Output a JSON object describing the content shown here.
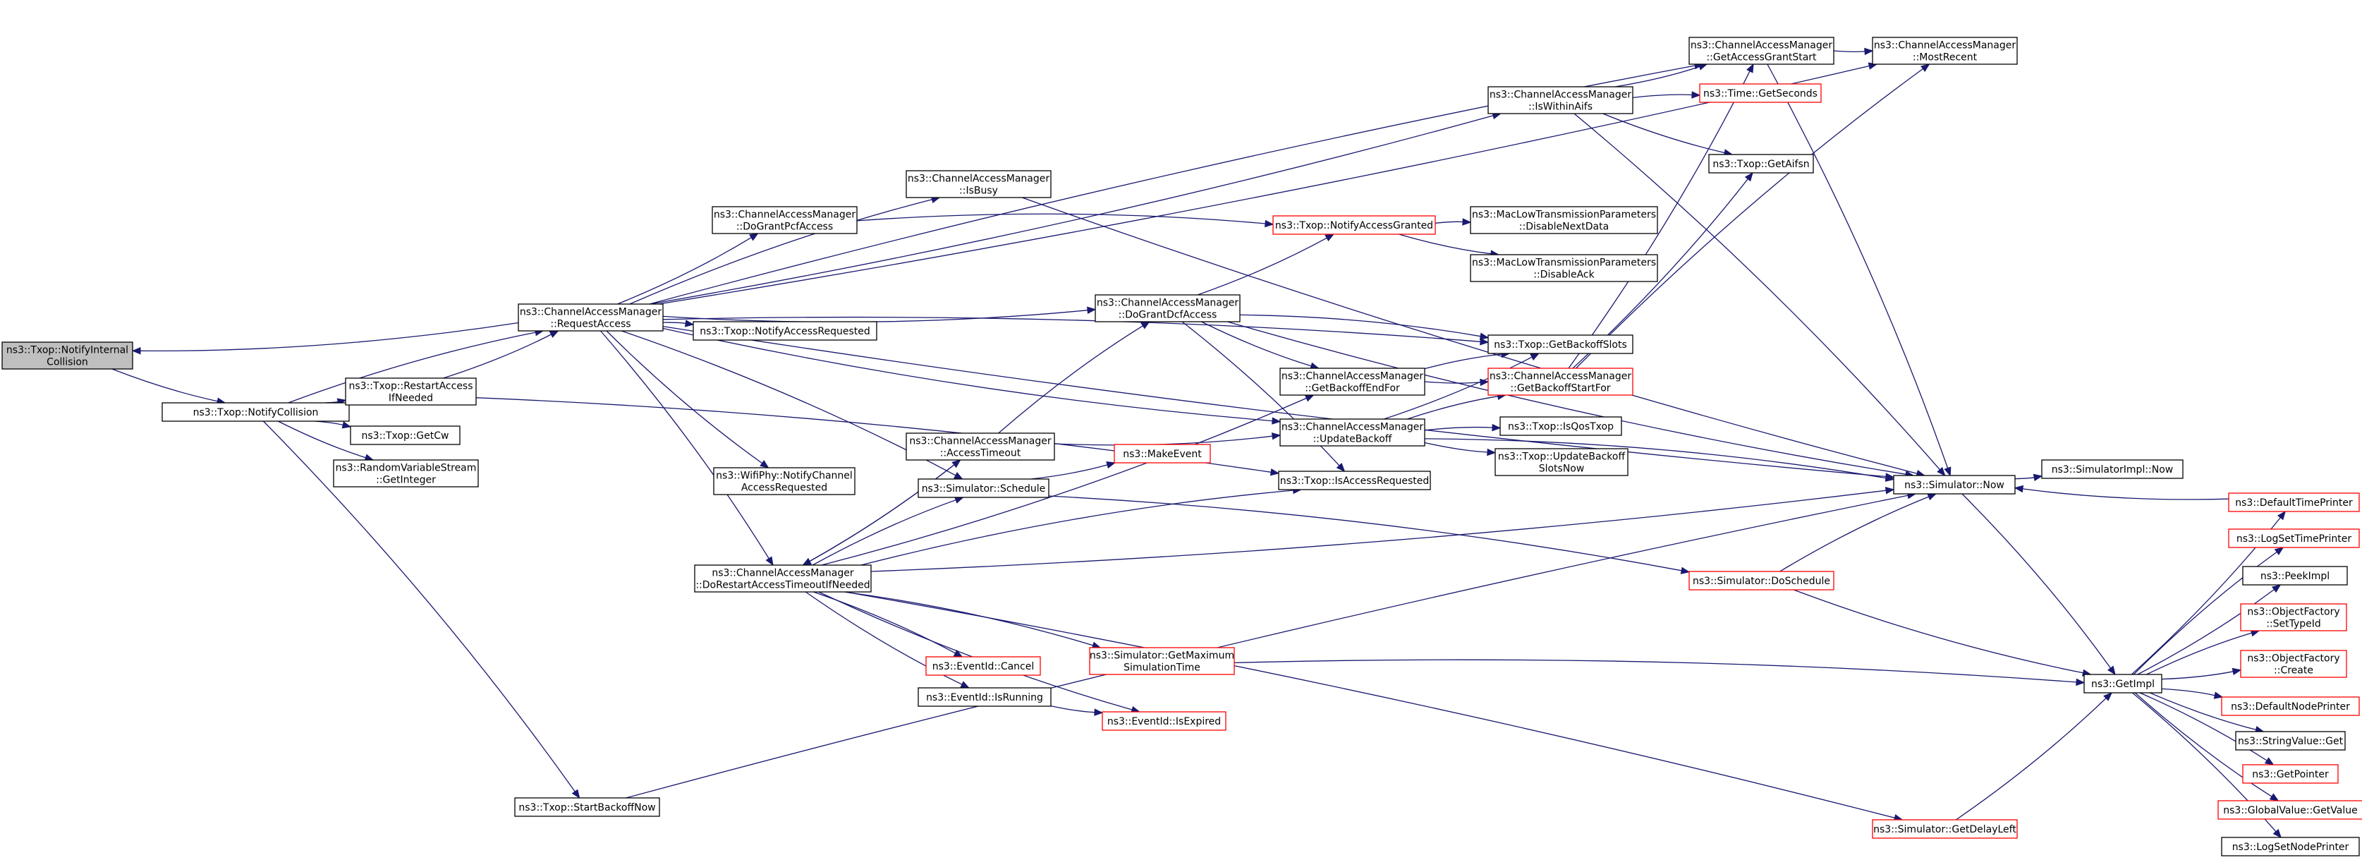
{
  "colors": {
    "edge": "#191970",
    "node_border": "#000000",
    "node_border_external": "#ff0000",
    "root_fill": "#bfbfbf",
    "node_fill": "#ffffff"
  },
  "nodes": [
    {
      "id": "n0",
      "lines": [
        "ns3::Txop::NotifyInternal",
        "Collision"
      ],
      "style": "root"
    },
    {
      "id": "n1",
      "lines": [
        "ns3::Txop::NotifyCollision"
      ],
      "style": "normal"
    },
    {
      "id": "n2",
      "lines": [
        "ns3::ChannelAccessManager",
        "::RequestAccess"
      ],
      "style": "normal"
    },
    {
      "id": "n3",
      "lines": [
        "ns3::Txop::RestartAccess",
        "IfNeeded"
      ],
      "style": "normal"
    },
    {
      "id": "n4",
      "lines": [
        "ns3::Txop::GetCw"
      ],
      "style": "normal"
    },
    {
      "id": "n5",
      "lines": [
        "ns3::RandomVariableStream",
        "::GetInteger"
      ],
      "style": "normal"
    },
    {
      "id": "n6",
      "lines": [
        "ns3::Txop::StartBackoffNow"
      ],
      "style": "normal"
    },
    {
      "id": "n7",
      "lines": [
        "ns3::ChannelAccessManager",
        "::DoGrantPcfAccess"
      ],
      "style": "normal"
    },
    {
      "id": "n8",
      "lines": [
        "ns3::ChannelAccessManager",
        "::IsBusy"
      ],
      "style": "normal"
    },
    {
      "id": "n9",
      "lines": [
        "ns3::Txop::NotifyAccessRequested"
      ],
      "style": "normal"
    },
    {
      "id": "n10",
      "lines": [
        "ns3::ChannelAccessManager",
        "::AccessTimeout"
      ],
      "style": "normal"
    },
    {
      "id": "n11",
      "lines": [
        "ns3::Simulator::Schedule"
      ],
      "style": "normal"
    },
    {
      "id": "n12",
      "lines": [
        "ns3::WifiPhy::NotifyChannel",
        "AccessRequested"
      ],
      "style": "normal"
    },
    {
      "id": "n13",
      "lines": [
        "ns3::ChannelAccessManager",
        "::DoRestartAccessTimeoutIfNeeded"
      ],
      "style": "normal"
    },
    {
      "id": "n14",
      "lines": [
        "ns3::EventId::Cancel"
      ],
      "style": "red"
    },
    {
      "id": "n15",
      "lines": [
        "ns3::EventId::IsRunning"
      ],
      "style": "normal"
    },
    {
      "id": "n16",
      "lines": [
        "ns3::Simulator::GetMaximum",
        "SimulationTime"
      ],
      "style": "red"
    },
    {
      "id": "n17",
      "lines": [
        "ns3::EventId::IsExpired"
      ],
      "style": "red"
    },
    {
      "id": "n18",
      "lines": [
        "ns3::MakeEvent"
      ],
      "style": "red"
    },
    {
      "id": "n19",
      "lines": [
        "ns3::ChannelAccessManager",
        "::DoGrantDcfAccess"
      ],
      "style": "normal"
    },
    {
      "id": "n20",
      "lines": [
        "ns3::Txop::NotifyAccessGranted"
      ],
      "style": "red"
    },
    {
      "id": "n21",
      "lines": [
        "ns3::ChannelAccessManager",
        "::GetBackoffEndFor"
      ],
      "style": "normal"
    },
    {
      "id": "n22",
      "lines": [
        "ns3::ChannelAccessManager",
        "::UpdateBackoff"
      ],
      "style": "normal"
    },
    {
      "id": "n23",
      "lines": [
        "ns3::Txop::IsAccessRequested"
      ],
      "style": "normal"
    },
    {
      "id": "n24",
      "lines": [
        "ns3::ChannelAccessManager",
        "::IsWithinAifs"
      ],
      "style": "normal"
    },
    {
      "id": "n25",
      "lines": [
        "ns3::ChannelAccessManager",
        "::GetAccessGrantStart"
      ],
      "style": "normal"
    },
    {
      "id": "n26",
      "lines": [
        "ns3::ChannelAccessManager",
        "::MostRecent"
      ],
      "style": "normal"
    },
    {
      "id": "n27",
      "lines": [
        "ns3::Time::GetSeconds"
      ],
      "style": "red"
    },
    {
      "id": "n28",
      "lines": [
        "ns3::Txop::GetAifsn"
      ],
      "style": "normal"
    },
    {
      "id": "n29",
      "lines": [
        "ns3::MacLowTransmissionParameters",
        "::DisableNextData"
      ],
      "style": "normal"
    },
    {
      "id": "n30",
      "lines": [
        "ns3::MacLowTransmissionParameters",
        "::DisableAck"
      ],
      "style": "normal"
    },
    {
      "id": "n31",
      "lines": [
        "ns3::Txop::GetBackoffSlots"
      ],
      "style": "normal"
    },
    {
      "id": "n32",
      "lines": [
        "ns3::ChannelAccessManager",
        "::GetBackoffStartFor"
      ],
      "style": "red"
    },
    {
      "id": "n33",
      "lines": [
        "ns3::Txop::IsQosTxop"
      ],
      "style": "normal"
    },
    {
      "id": "n34",
      "lines": [
        "ns3::Txop::UpdateBackoff",
        "SlotsNow"
      ],
      "style": "normal"
    },
    {
      "id": "n35",
      "lines": [
        "ns3::Simulator::Now"
      ],
      "style": "normal"
    },
    {
      "id": "n36",
      "lines": [
        "ns3::SimulatorImpl::Now"
      ],
      "style": "normal"
    },
    {
      "id": "n37",
      "lines": [
        "ns3::Simulator::DoSchedule"
      ],
      "style": "red"
    },
    {
      "id": "n38",
      "lines": [
        "ns3::GetImpl"
      ],
      "style": "normal"
    },
    {
      "id": "n39",
      "lines": [
        "ns3::Simulator::GetDelayLeft"
      ],
      "style": "red"
    },
    {
      "id": "n40",
      "lines": [
        "ns3::DefaultTimePrinter"
      ],
      "style": "red"
    },
    {
      "id": "n41",
      "lines": [
        "ns3::LogSetTimePrinter"
      ],
      "style": "red"
    },
    {
      "id": "n42",
      "lines": [
        "ns3::PeekImpl"
      ],
      "style": "normal"
    },
    {
      "id": "n43",
      "lines": [
        "ns3::ObjectFactory",
        "::SetTypeId"
      ],
      "style": "red"
    },
    {
      "id": "n44",
      "lines": [
        "ns3::ObjectFactory",
        "::Create"
      ],
      "style": "red"
    },
    {
      "id": "n45",
      "lines": [
        "ns3::DefaultNodePrinter"
      ],
      "style": "red"
    },
    {
      "id": "n46",
      "lines": [
        "ns3::StringValue::Get"
      ],
      "style": "normal"
    },
    {
      "id": "n47",
      "lines": [
        "ns3::GetPointer"
      ],
      "style": "red"
    },
    {
      "id": "n48",
      "lines": [
        "ns3::GlobalValue::GetValue"
      ],
      "style": "red"
    },
    {
      "id": "n49",
      "lines": [
        "ns3::LogSetNodePrinter"
      ],
      "style": "normal"
    }
  ],
  "edges": [
    [
      "n2",
      "n0"
    ],
    [
      "n0",
      "n1"
    ],
    [
      "n1",
      "n2"
    ],
    [
      "n1",
      "n3"
    ],
    [
      "n1",
      "n4"
    ],
    [
      "n1",
      "n5"
    ],
    [
      "n1",
      "n6"
    ],
    [
      "n3",
      "n2"
    ],
    [
      "n3",
      "n23"
    ],
    [
      "n2",
      "n26"
    ],
    [
      "n2",
      "n25"
    ],
    [
      "n2",
      "n24"
    ],
    [
      "n2",
      "n8"
    ],
    [
      "n2",
      "n7"
    ],
    [
      "n2",
      "n31"
    ],
    [
      "n2",
      "n19"
    ],
    [
      "n2",
      "n9"
    ],
    [
      "n2",
      "n22"
    ],
    [
      "n2",
      "n11"
    ],
    [
      "n2",
      "n12"
    ],
    [
      "n2",
      "n13"
    ],
    [
      "n2",
      "n35"
    ],
    [
      "n7",
      "n20"
    ],
    [
      "n8",
      "n35"
    ],
    [
      "n10",
      "n19"
    ],
    [
      "n10",
      "n22"
    ],
    [
      "n10",
      "n13"
    ],
    [
      "n11",
      "n18"
    ],
    [
      "n11",
      "n37"
    ],
    [
      "n13",
      "n10"
    ],
    [
      "n13",
      "n11"
    ],
    [
      "n13",
      "n21"
    ],
    [
      "n13",
      "n23"
    ],
    [
      "n13",
      "n35"
    ],
    [
      "n13",
      "n14"
    ],
    [
      "n13",
      "n15"
    ],
    [
      "n13",
      "n16"
    ],
    [
      "n13",
      "n17"
    ],
    [
      "n13",
      "n39"
    ],
    [
      "n15",
      "n17"
    ],
    [
      "n16",
      "n38"
    ],
    [
      "n19",
      "n20"
    ],
    [
      "n19",
      "n31"
    ],
    [
      "n19",
      "n21"
    ],
    [
      "n19",
      "n23"
    ],
    [
      "n19",
      "n35"
    ],
    [
      "n20",
      "n29"
    ],
    [
      "n20",
      "n30"
    ],
    [
      "n21",
      "n31"
    ],
    [
      "n21",
      "n32"
    ],
    [
      "n22",
      "n32"
    ],
    [
      "n22",
      "n31"
    ],
    [
      "n22",
      "n33"
    ],
    [
      "n22",
      "n34"
    ],
    [
      "n22",
      "n35"
    ],
    [
      "n24",
      "n25"
    ],
    [
      "n24",
      "n27"
    ],
    [
      "n24",
      "n28"
    ],
    [
      "n24",
      "n35"
    ],
    [
      "n25",
      "n26"
    ],
    [
      "n25",
      "n35"
    ],
    [
      "n32",
      "n25"
    ],
    [
      "n32",
      "n26"
    ],
    [
      "n32",
      "n28"
    ],
    [
      "n6",
      "n35"
    ],
    [
      "n35",
      "n36"
    ],
    [
      "n35",
      "n38"
    ],
    [
      "n37",
      "n38"
    ],
    [
      "n37",
      "n35"
    ],
    [
      "n39",
      "n38"
    ],
    [
      "n40",
      "n35"
    ],
    [
      "n38",
      "n40"
    ],
    [
      "n38",
      "n41"
    ],
    [
      "n38",
      "n42"
    ],
    [
      "n38",
      "n43"
    ],
    [
      "n38",
      "n44"
    ],
    [
      "n38",
      "n45"
    ],
    [
      "n38",
      "n46"
    ],
    [
      "n38",
      "n47"
    ],
    [
      "n38",
      "n48"
    ],
    [
      "n38",
      "n49"
    ]
  ]
}
